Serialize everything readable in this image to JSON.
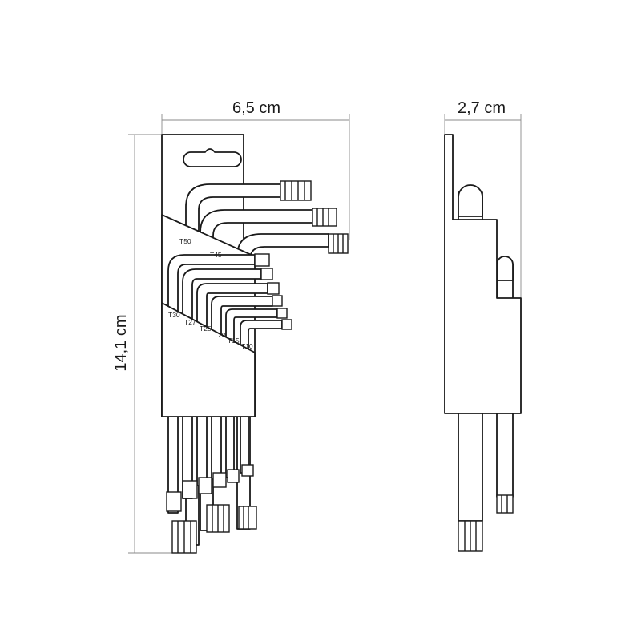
{
  "dimensions": {
    "width": "6,5 cm",
    "height": "14,1 cm",
    "depth": "2,7 cm"
  },
  "key_sizes": [
    "T50",
    "T45",
    "T30",
    "T27",
    "T25",
    "T20",
    "T15",
    "T10"
  ],
  "colors": {
    "line": "#1a1a1a",
    "dimension_line": "#8a8a8a",
    "background": "#ffffff"
  }
}
